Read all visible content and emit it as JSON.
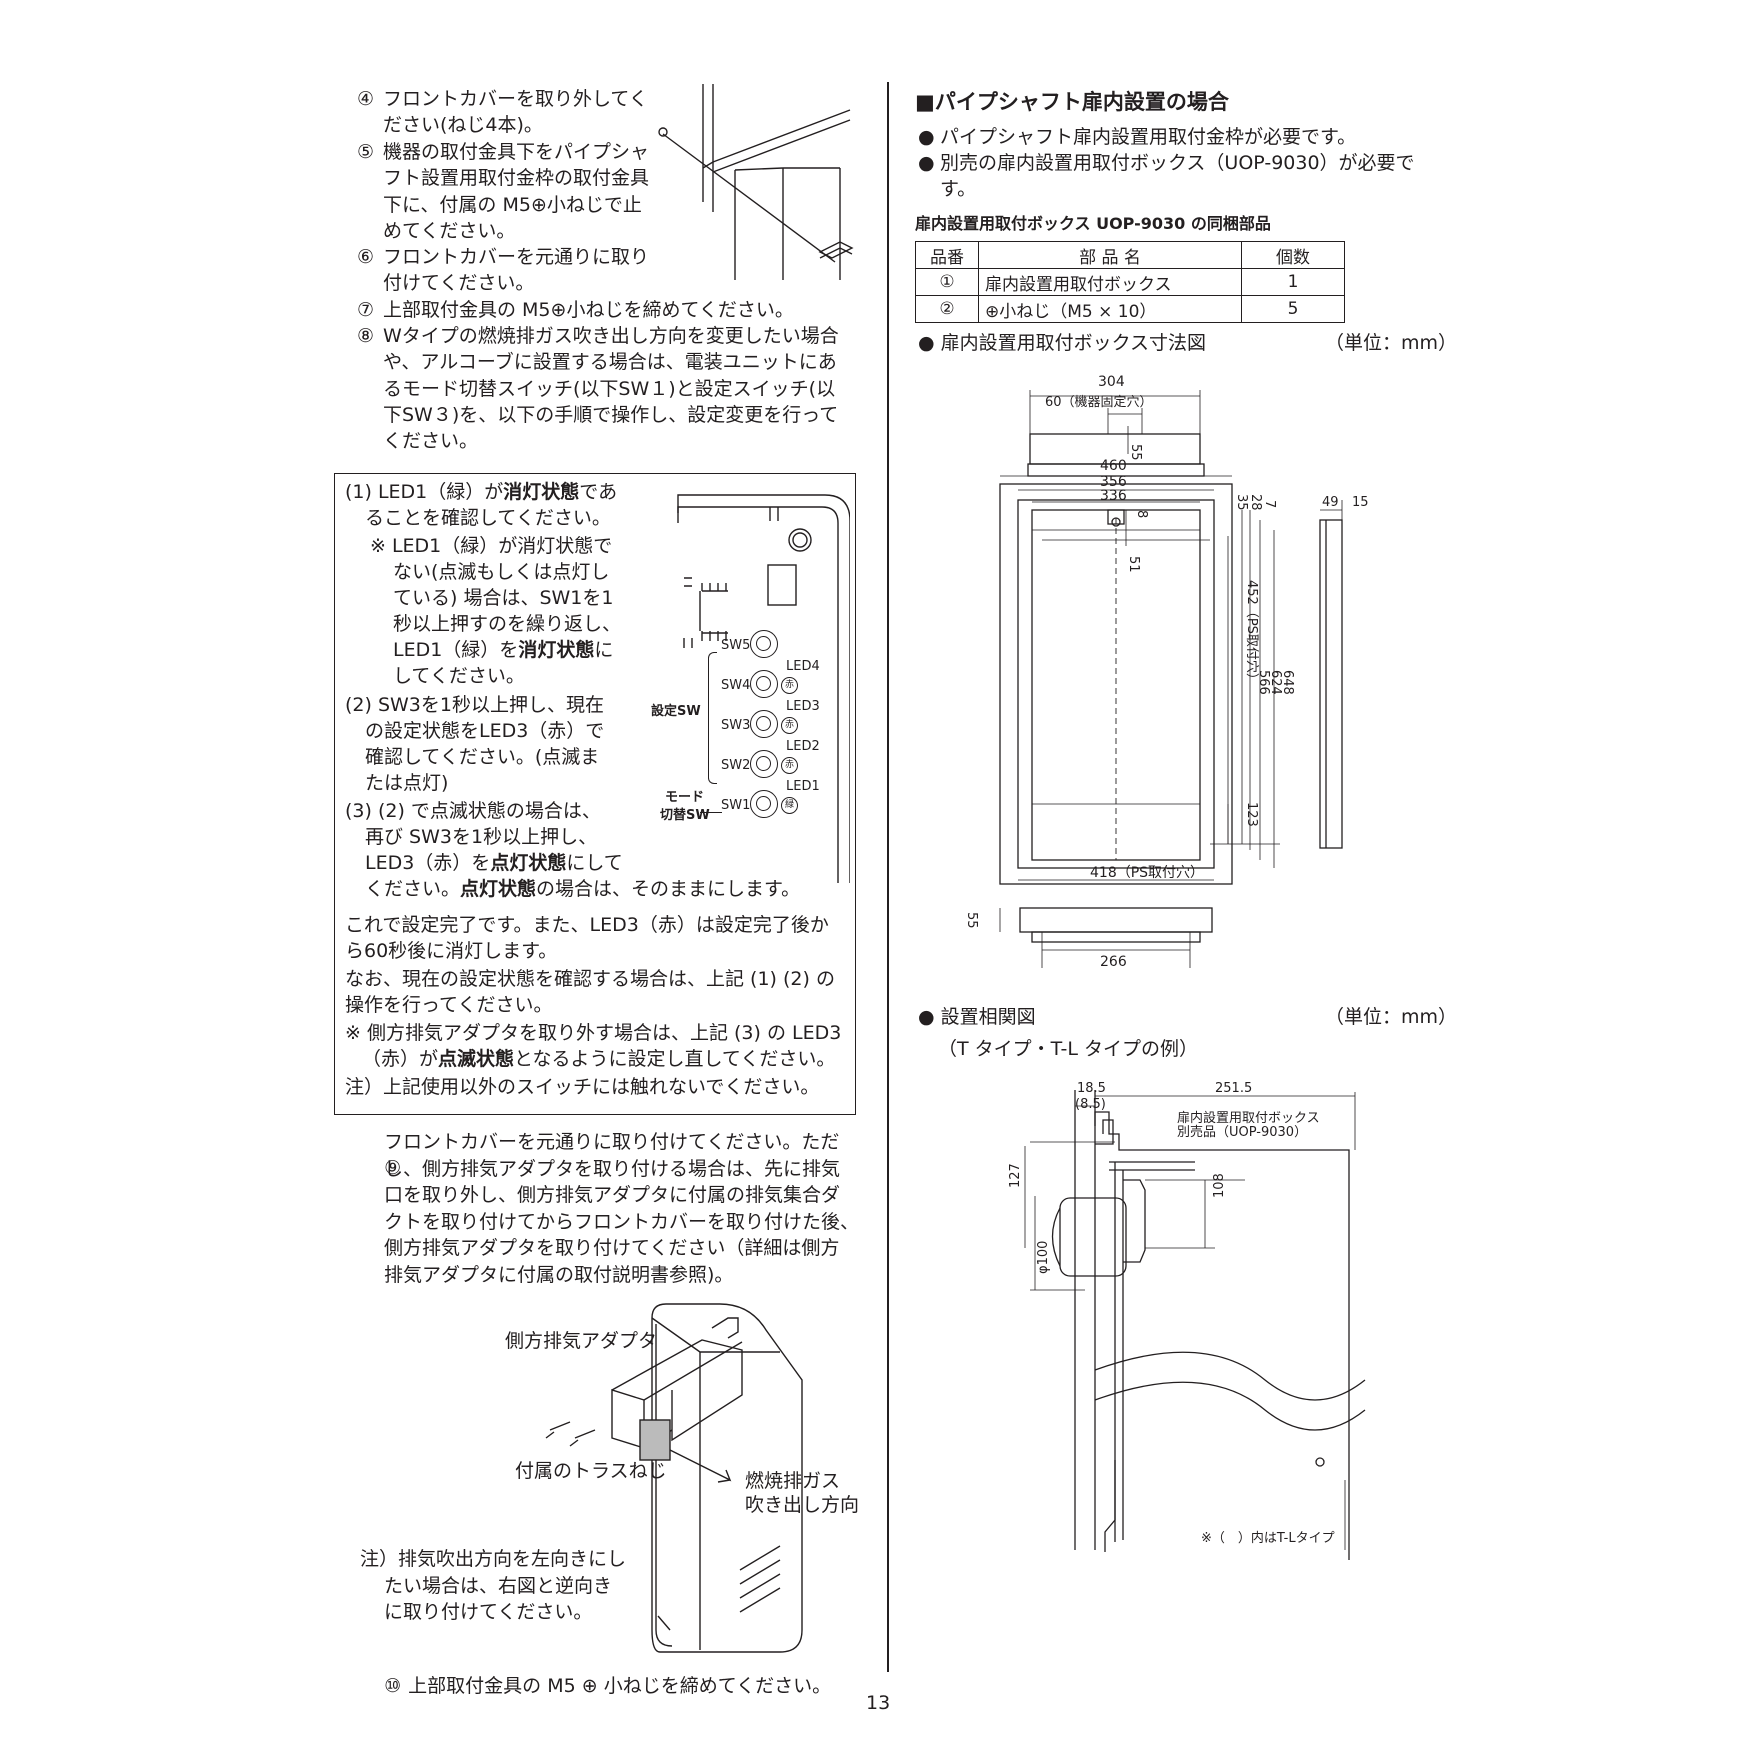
{
  "left": {
    "steps_top": [
      {
        "num": "④",
        "lines": [
          "フロントカバーを取り外してく",
          "ださい(ねじ4本)。"
        ]
      },
      {
        "num": "⑤",
        "lines": [
          "機器の取付金具下をパイプシャ",
          "フト設置用取付金枠の取付金具",
          "下に、付属の M5⊕小ねじで止",
          "めてください。"
        ]
      },
      {
        "num": "⑥",
        "lines": [
          "フロントカバーを元通りに取り",
          "付けてください。"
        ]
      },
      {
        "num": "⑦",
        "lines": [
          "上部取付金具の M5⊕小ねじを締めてください。"
        ]
      },
      {
        "num": "⑧",
        "lines": [
          "Wタイプの燃焼排ガス吹き出し方向を変更したい場合",
          "や、アルコーブに設置する場合は、電装ユニットにあ",
          "るモード切替スイッチ(以下SW１)と設定スイッチ(以",
          "下SW３)を、以下の手順で操作し、設定変更を行って",
          "ください。"
        ]
      }
    ],
    "box": {
      "p1_prefix": "(1) LED1（緑）が",
      "p1_bold": "消灯状態",
      "p1_suffix": "であ",
      "p1_line2": "ることを確認してください。",
      "p1_note_l1": "※ LED1（緑）が消灯状態で",
      "p1_note_l2": "ない(点滅もしくは点灯し",
      "p1_note_l3": "ている) 場合は、SW1を1",
      "p1_note_l4": "秒以上押すのを繰り返し、",
      "p1_note_l5_prefix": "LED1（緑）を",
      "p1_note_l5_bold": "消灯状態",
      "p1_note_l5_suffix": "に",
      "p1_note_l6": "してください。",
      "p2_l1": "(2) SW3を1秒以上押し、現在",
      "p2_l2": "の設定状態をLED3（赤）で",
      "p2_l3": "確認してください。(点滅ま",
      "p2_l4": "たは点灯)",
      "p3_l1": "(3) (2) で点滅状態の場合は、",
      "p3_l2": "再び SW3を1秒以上押し、",
      "p3_l3_prefix": "LED3（赤）を",
      "p3_l3_bold": "点灯状態",
      "p3_l3_suffix": "にして",
      "p3_l4_prefix": "ください。",
      "p3_l4_bold": "点灯状態",
      "p3_l4_suffix": "の場合は、そのままにします。",
      "after_l1": "これで設定完了です。また、LED3（赤）は設定完了後か",
      "after_l2": "ら60秒後に消灯します。",
      "after_l3": "なお、現在の設定状態を確認する場合は、上記 (1) (2) の",
      "after_l4": "操作を行ってください。",
      "after_l5": "※ 側方排気アダプタを取り外す場合は、上記 (3) の LED3",
      "after_l6_prefix": "（赤）が",
      "after_l6_bold": "点滅状態",
      "after_l6_suffix": "となるように設定し直してください。",
      "after_l7": "注）上記使用以外のスイッチには触れないでください。",
      "panel": {
        "sw5": "SW5",
        "sw4": "SW4",
        "sw3": "SW3",
        "sw2": "SW2",
        "sw1": "SW1",
        "led4": "LED4",
        "led3": "LED3",
        "led2": "LED2",
        "led1": "LED1",
        "red": "赤",
        "green": "緑",
        "setting_sw": "設定SW",
        "mode": "モード",
        "mode_sw": "切替SW"
      }
    },
    "step9_lines": [
      "フロントカバーを元通りに取り付けてください。ただ",
      "し、側方排気アダプタを取り付ける場合は、先に排気",
      "口を取り外し、側方排気アダプタに付属の排気集合ダ",
      "クトを取り付けてからフロントカバーを取り付けた後、",
      "側方排気アダプタを取り付けてください（詳細は側方",
      "排気アダプタに付属の取付説明書参照)。"
    ],
    "step9_num": "⑨",
    "illus_labels": {
      "adapter": "側方排気アダプタ",
      "screw": "付属のトラスねじ",
      "exhaust_l1": "燃焼排ガス",
      "exhaust_l2": "吹き出し方向"
    },
    "note_lines": [
      "注）排気吹出方向を左向きにし",
      "たい場合は、右図と逆向き",
      "に取り付けてください。"
    ],
    "step10": {
      "num": "⑩",
      "text": "上部取付金具の M5 ⊕ 小ねじを締めてください。"
    }
  },
  "right": {
    "heading": "■パイプシャフト扉内設置の場合",
    "bullets": [
      [
        "パイプシャフト扉内設置用取付金枠が必要です。"
      ],
      [
        "別売の扉内設置用取付ボックス（UOP-9030）が必要で",
        "す。"
      ]
    ],
    "table_title": "扉内設置用取付ボックス UOP-9030 の同梱部品",
    "table": {
      "headers": [
        "品番",
        "部 品 名",
        "個数"
      ],
      "rows": [
        [
          "①",
          "扉内設置用取付ボックス",
          "1"
        ],
        [
          "②",
          "⊕小ねじ（M5 × 10）",
          "5"
        ]
      ]
    },
    "dim_title": "扉内設置用取付ボックス寸法図",
    "unit": "（単位：mm）",
    "dims": {
      "d304": "304",
      "d60": "60（機器固定穴）",
      "d55a": "55",
      "d460": "460",
      "d356": "356",
      "d336": "336",
      "d8": "8",
      "d51": "51",
      "d35": "35",
      "d28": "28",
      "d7": "7",
      "d49": "49",
      "d15": "15",
      "d452": "452（PS取付穴）",
      "d566": "566",
      "d624": "624",
      "d648": "648",
      "d123": "123",
      "d418": "418（PS取付穴）",
      "d55b": "55",
      "d266": "266"
    },
    "corr_title": "設置相関図",
    "corr_sub": "（T タイプ・T-L タイプの例）",
    "corr": {
      "d185": "18.5",
      "d85": "(8.5)",
      "d2515": "251.5",
      "box_l1": "扉内設置用取付ボックス",
      "box_l2": "別売品（UOP-9030）",
      "d127": "127",
      "d108": "108",
      "dphi": "φ100",
      "tl_note": "※（　）内はT-Lタイプ"
    }
  },
  "page_number": "13"
}
